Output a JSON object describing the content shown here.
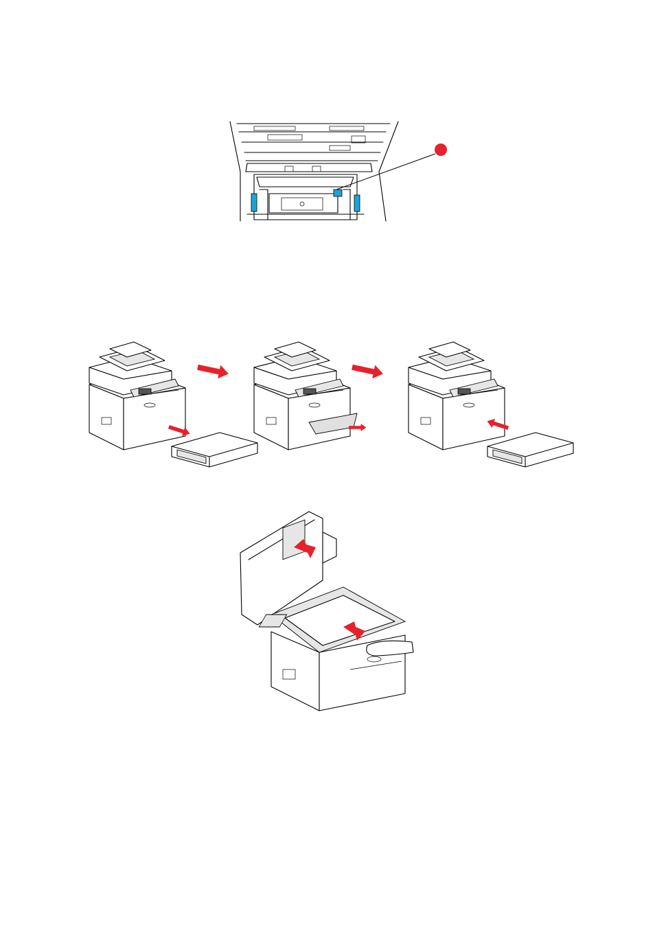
{
  "figures": [
    {
      "name": "fuser-unit-open-printer",
      "callout_count": 1,
      "callout_color": "#e8202a",
      "highlight_color": "#1fa3d6"
    },
    {
      "name": "paper-tray-removal-sequence",
      "steps": 3,
      "arrow_color": "#e8202a"
    },
    {
      "name": "scanner-lid-open",
      "arrow_color": "#e8202a"
    }
  ]
}
